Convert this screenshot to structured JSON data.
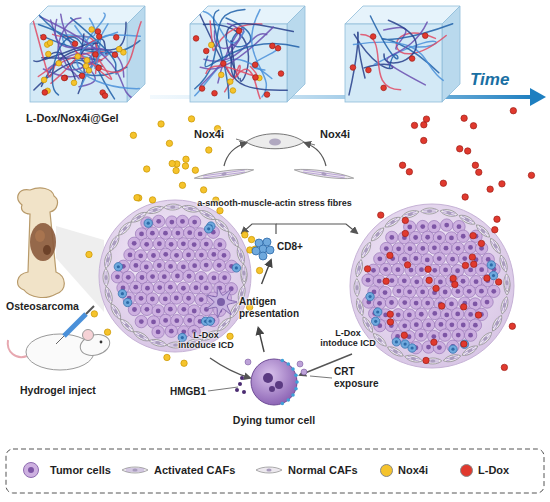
{
  "diagram": {
    "nodes": [
      {
        "text": [
          "L-Dox/Nox4i@Gel"
        ]
      },
      {
        "text": [
          "a-smooth-muscle-actin stress fibres"
        ]
      },
      {
        "text": [
          "CD8+"
        ]
      },
      {
        "text": [
          "Antigen presentation"
        ]
      },
      {
        "text": [
          "Dying tumor cell"
        ]
      }
    ],
    "edges": [
      {
        "from": 4,
        "to": 3,
        "arrow": "to"
      },
      {
        "from": 3,
        "to": 2,
        "arrow": "to"
      }
    ],
    "labels": [
      "Time",
      "Nox4i",
      "Nox4i",
      "L-Dox intoduce ICD",
      "L-Dox intoduce ICD",
      "Osteosarcoma",
      "Hydrogel inject",
      "HMGB1",
      "CRT exposure"
    ],
    "legend": [
      {
        "text": "Tumor cells"
      },
      {
        "text": "Activated CAFs"
      },
      {
        "text": "Normal CAFs"
      },
      {
        "text": "Nox4i",
        "color": "#f5c32c"
      },
      {
        "text": "L-Dox",
        "color": "#e0392e"
      }
    ]
  }
}
